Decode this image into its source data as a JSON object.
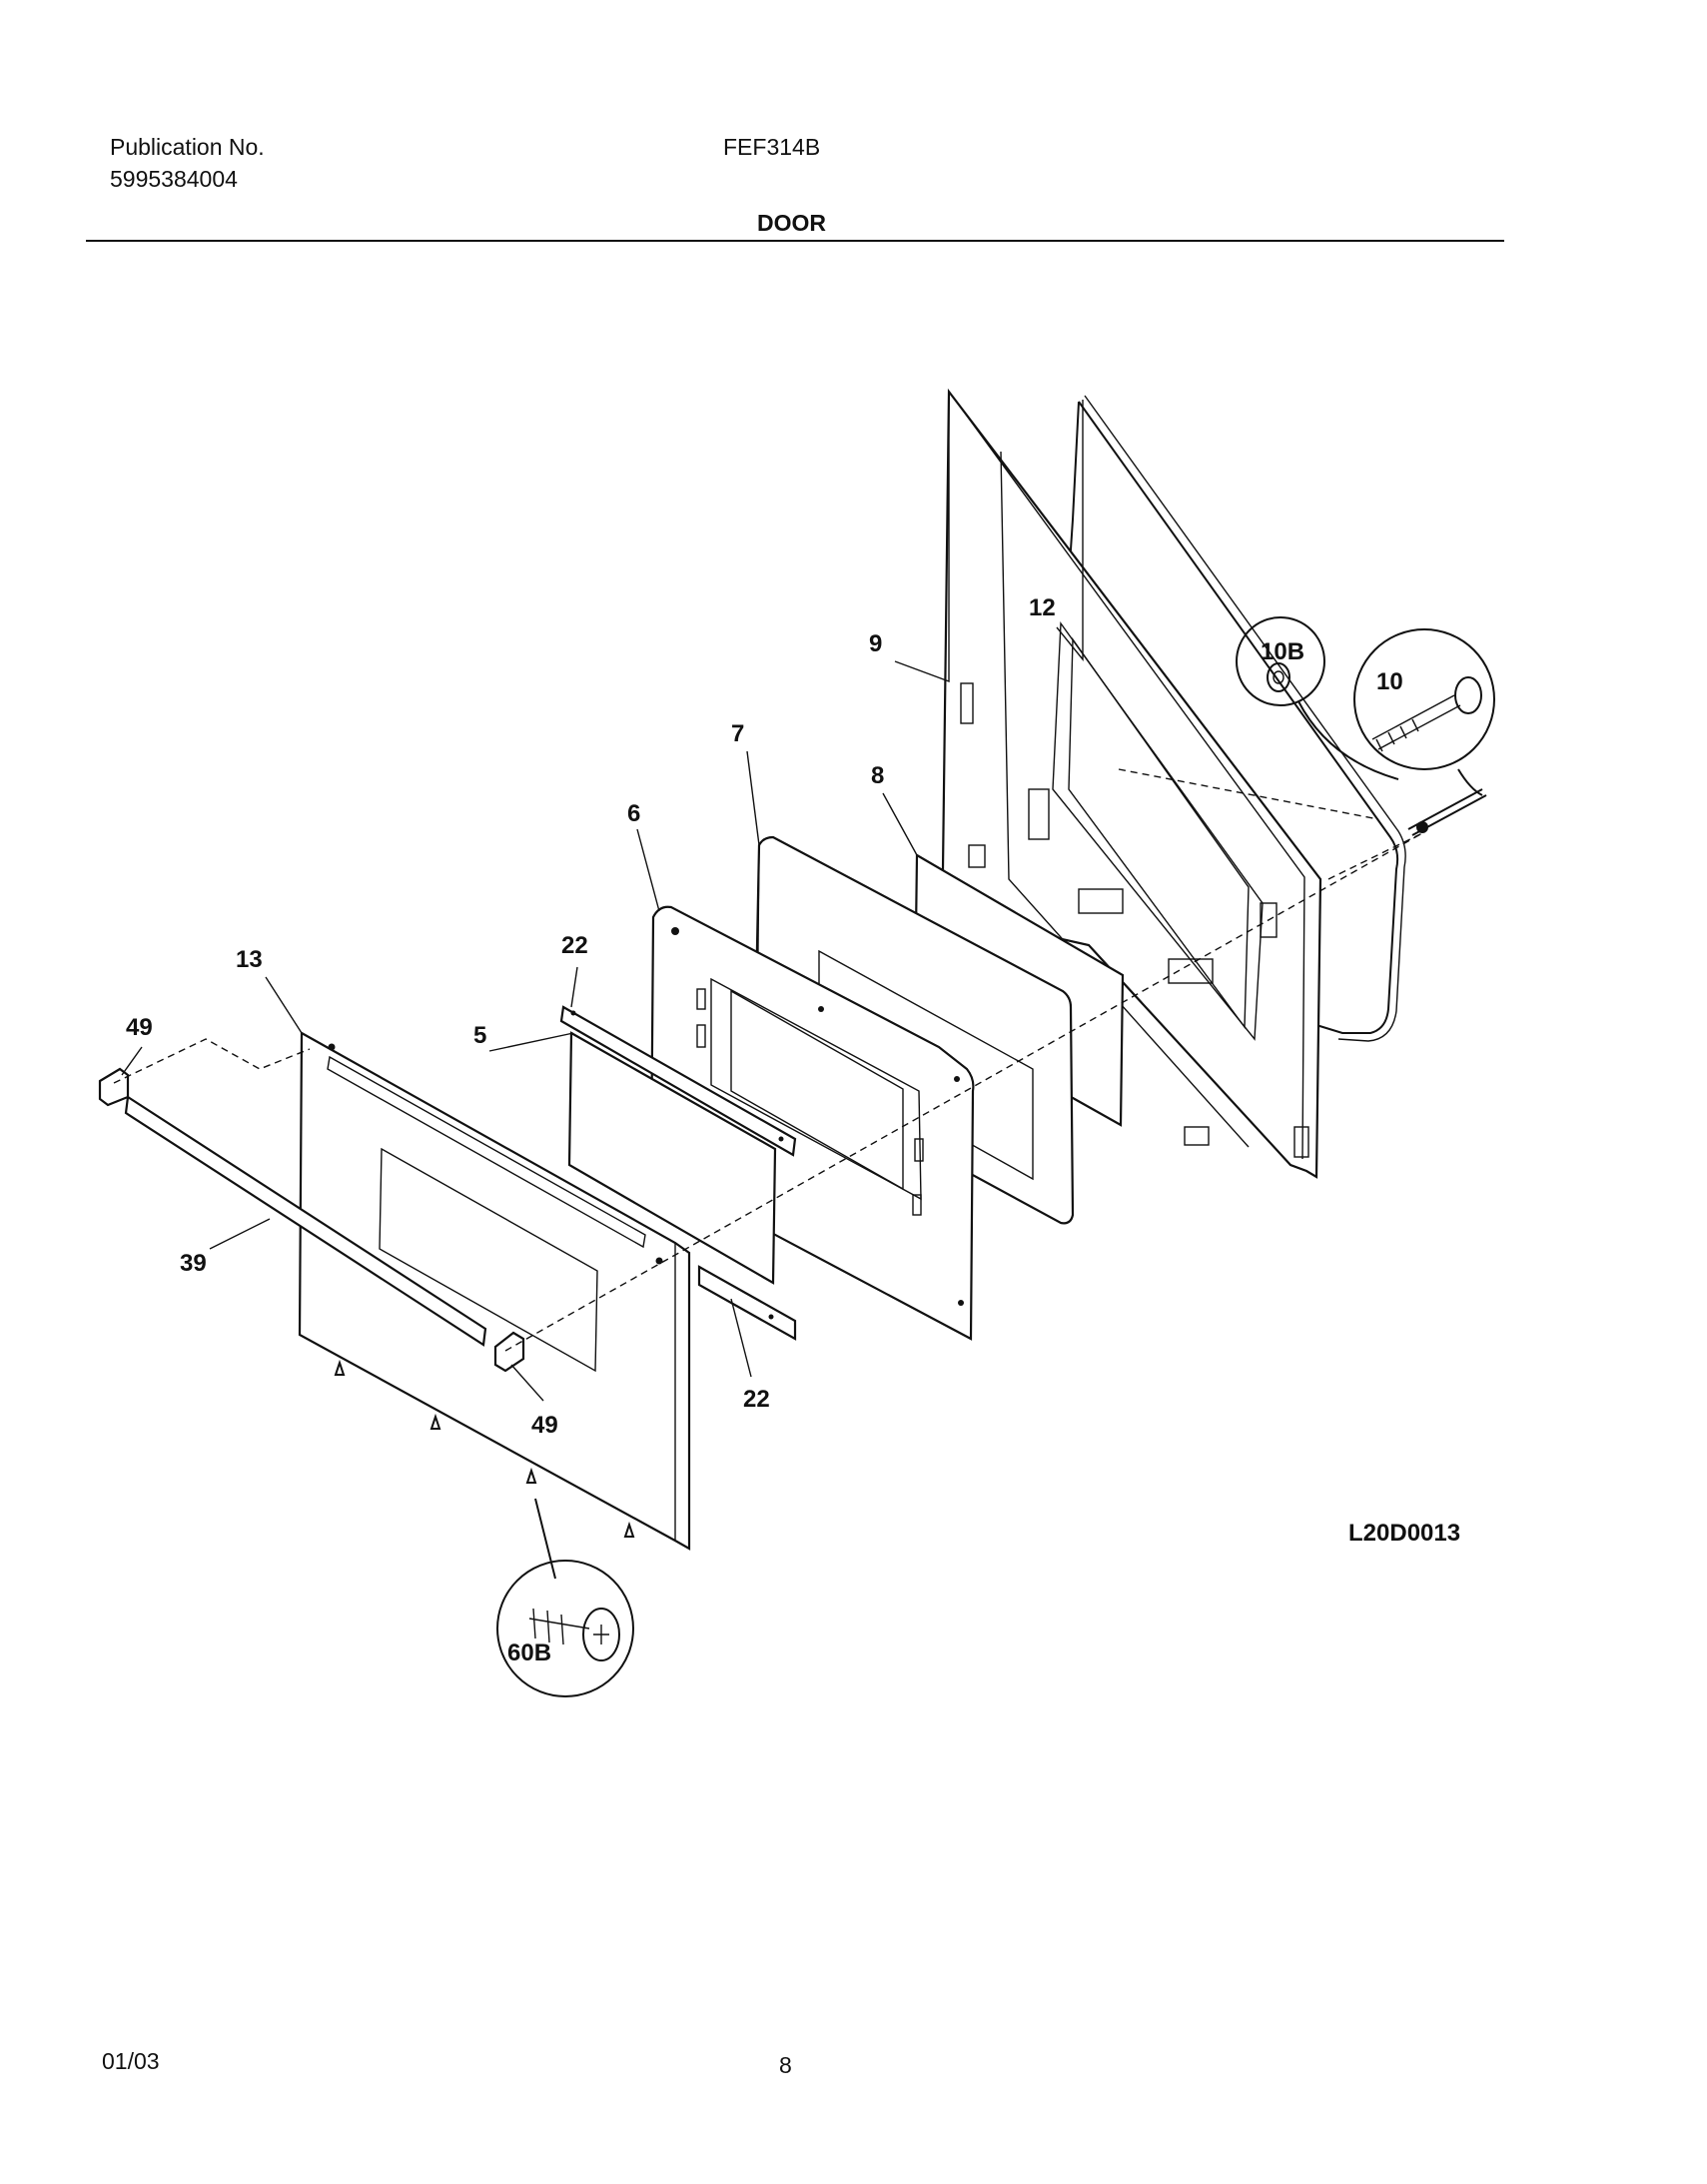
{
  "header": {
    "publication_label": "Publication No.",
    "publication_number": "5995384004",
    "model": "FEF314B",
    "section_title": "DOOR"
  },
  "diagram": {
    "part_callouts": [
      "12",
      "9",
      "10B",
      "10",
      "7",
      "8",
      "6",
      "22",
      "13",
      "5",
      "49",
      "39",
      "22",
      "49",
      "60B"
    ],
    "drawing_code": "L20D0013"
  },
  "footer": {
    "date": "01/03",
    "page_number": "8"
  }
}
